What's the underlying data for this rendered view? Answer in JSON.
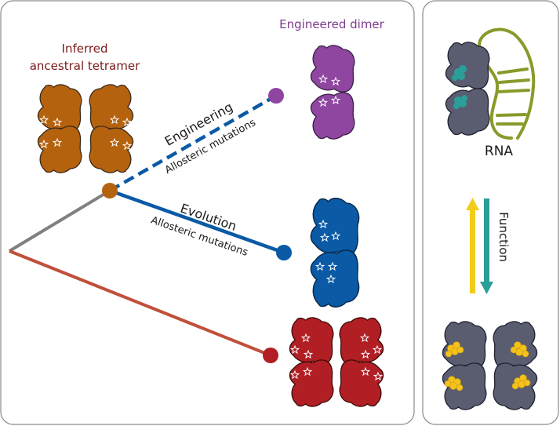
{
  "labels": {
    "ancestral_line1": "Inferred",
    "ancestral_line2": "ancestral tetramer",
    "engineered_dimer": "Engineered dimer",
    "engineering": "Engineering",
    "engineering_sub": "Allosteric mutations",
    "evolution": "Evolution",
    "evolution_sub": "Allosteric mutations",
    "rna": "RNA",
    "function": "Function"
  },
  "colors": {
    "ancestral": "#b5620f",
    "engineered": "#8e46a0",
    "evolved": "#0a5aa6",
    "extant": "#b11f24",
    "gray_branch": "#808080",
    "red_branch": "#c0503a",
    "engineering_branch": "#0a5aa6",
    "ancestral_label": "#7a1a1a",
    "engineered_label": "#7b3a8e",
    "rna_protein": "#5a5d70",
    "rna_strand": "#8a9a2a",
    "rna_binding": "#2a9e98",
    "ligand": "#f4c21a",
    "arrow_up": "#f2cc1a",
    "arrow_down": "#2a9e98"
  }
}
